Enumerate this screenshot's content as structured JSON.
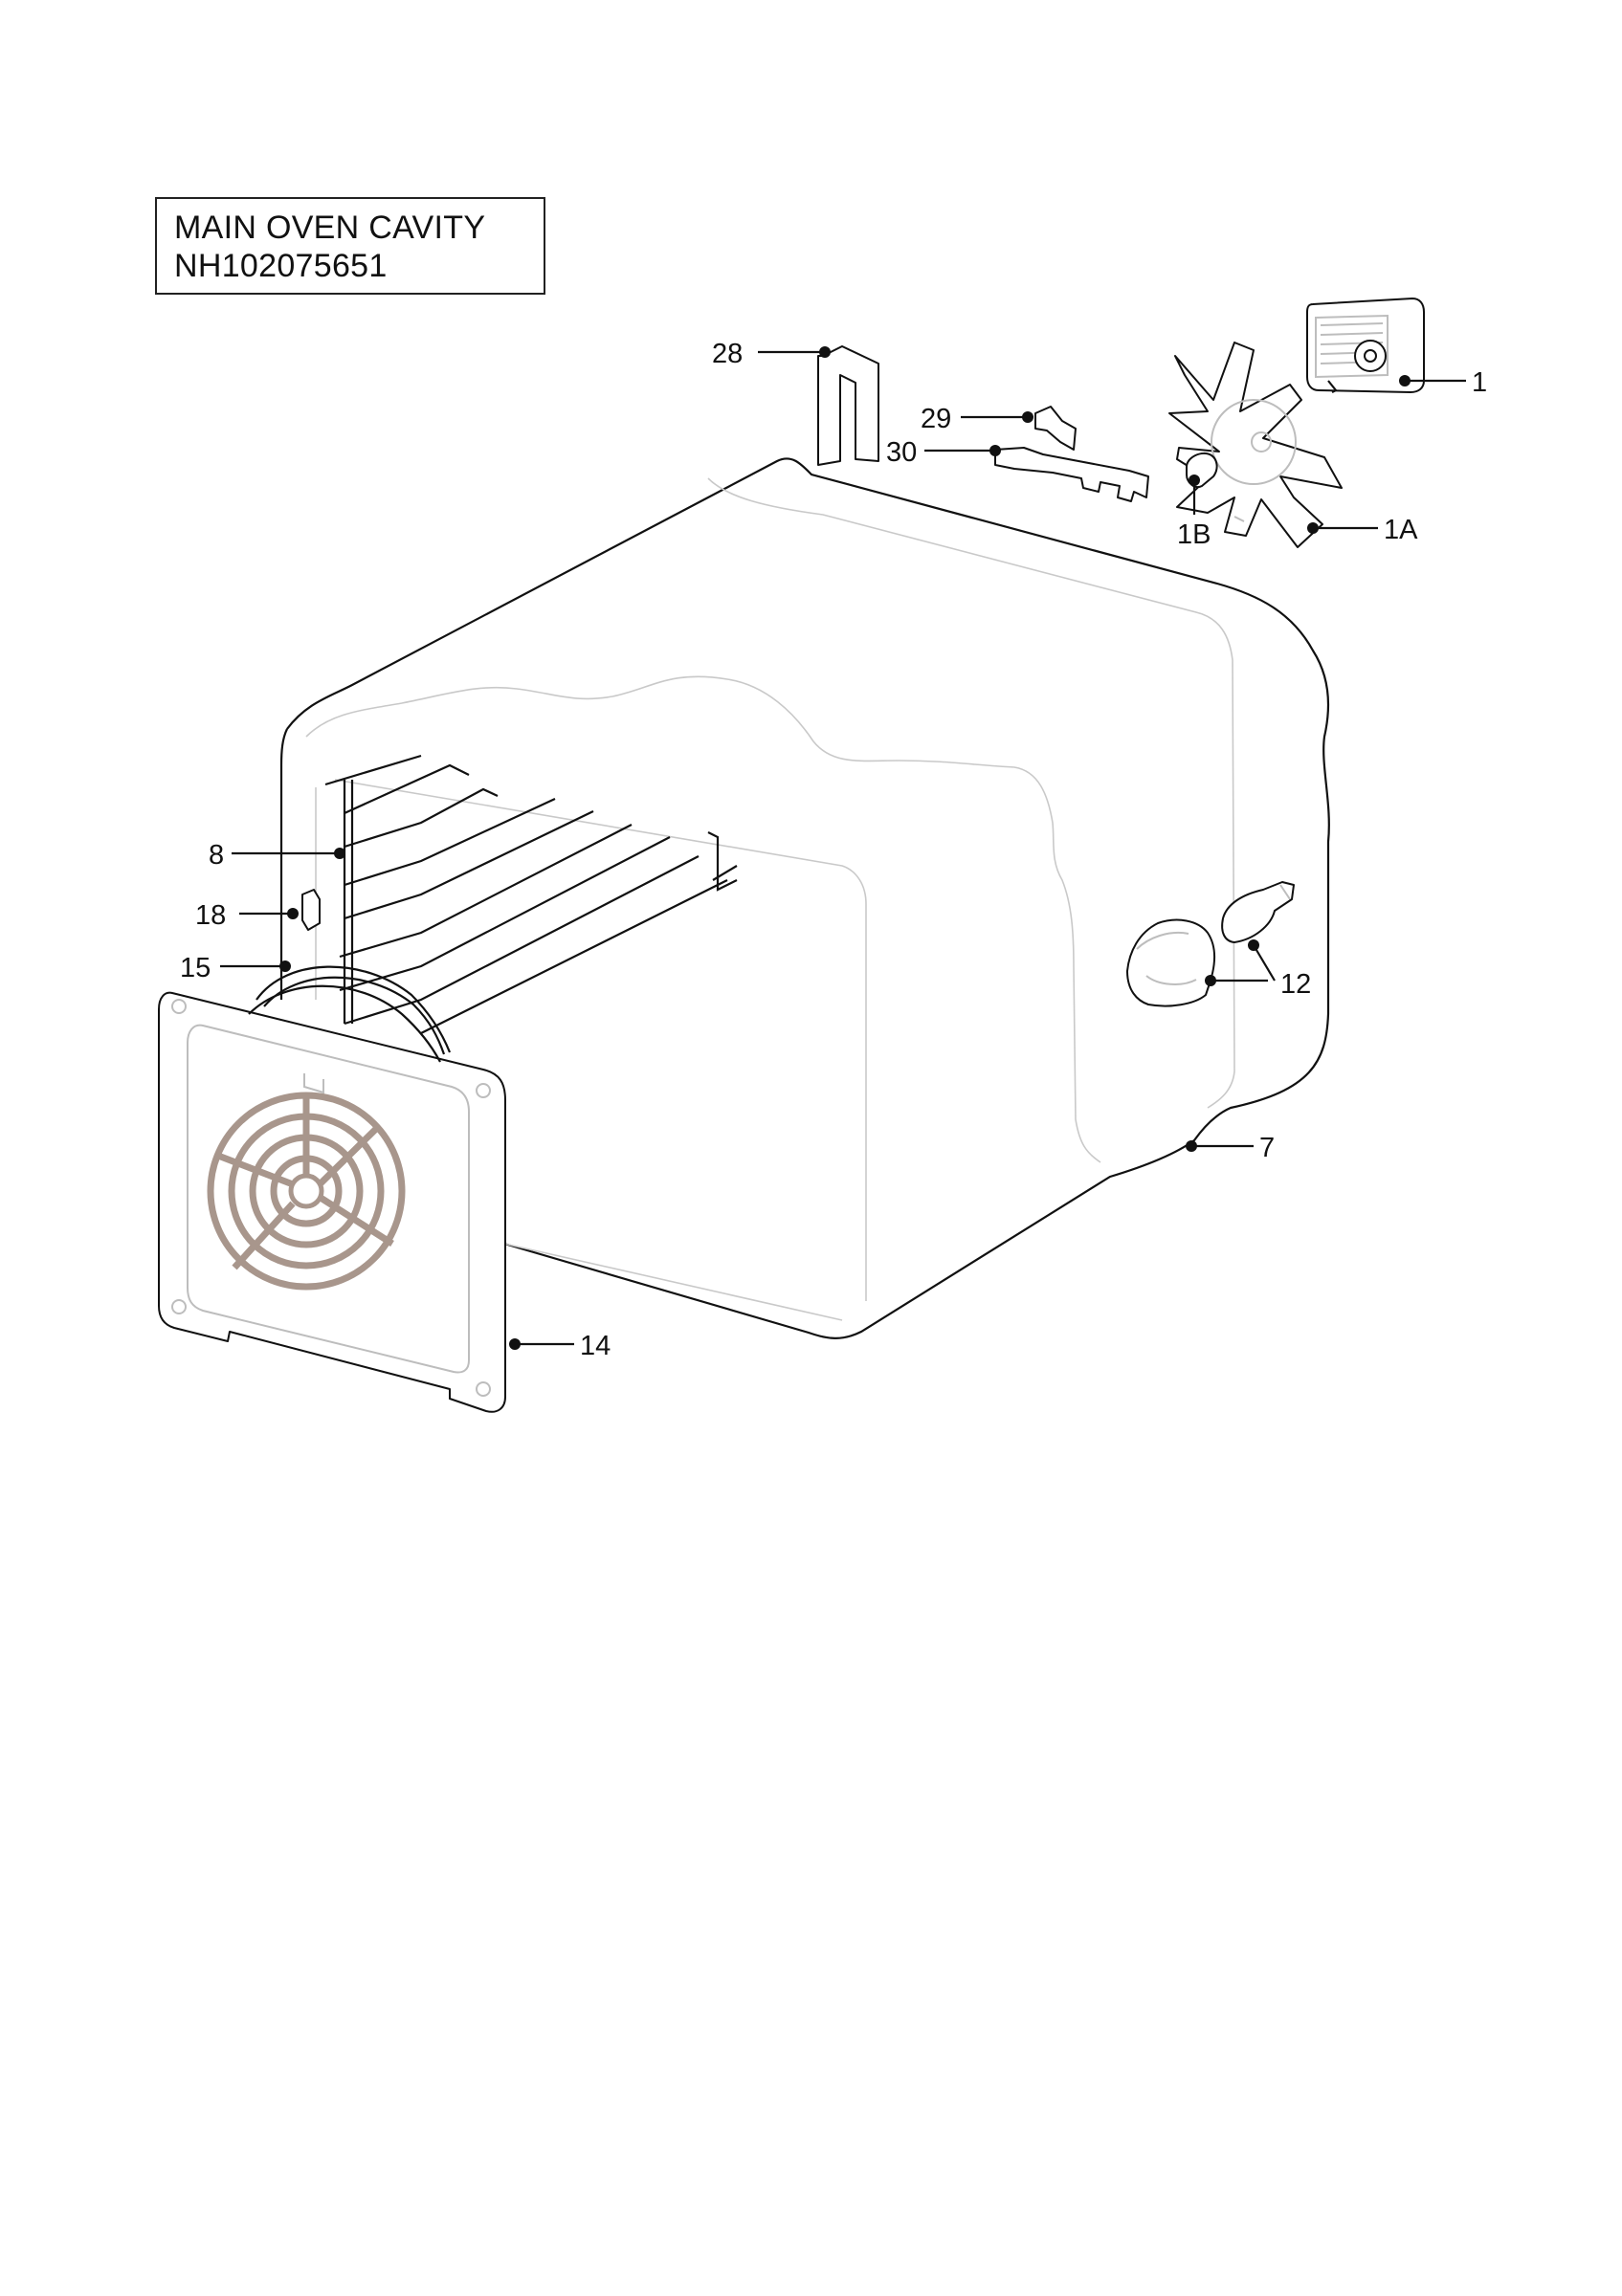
{
  "title": {
    "line1": "MAIN OVEN CAVITY",
    "line2": "NH102075651"
  },
  "callouts": [
    {
      "id": "28",
      "label": "28"
    },
    {
      "id": "29",
      "label": "29"
    },
    {
      "id": "30",
      "label": "30"
    },
    {
      "id": "1",
      "label": "1"
    },
    {
      "id": "1B",
      "label": "1B"
    },
    {
      "id": "1A",
      "label": "1A"
    },
    {
      "id": "8",
      "label": "8"
    },
    {
      "id": "18",
      "label": "18"
    },
    {
      "id": "15",
      "label": "15"
    },
    {
      "id": "12",
      "label": "12"
    },
    {
      "id": "7",
      "label": "7"
    },
    {
      "id": "14",
      "label": "14"
    }
  ]
}
